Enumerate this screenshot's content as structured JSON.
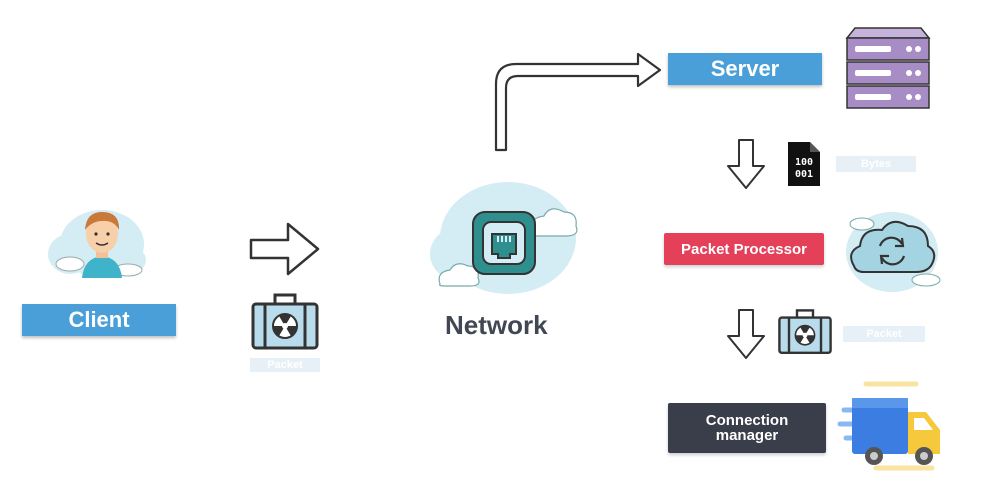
{
  "client": {
    "label": "Client",
    "packet_tag": "Packet"
  },
  "network": {
    "label": "Network"
  },
  "server": {
    "label": "Server"
  },
  "bytes": {
    "tag": "Bytes",
    "icon_text_top": "100",
    "icon_text_bottom": "001"
  },
  "packet_processor": {
    "label": "Packet Processor",
    "packet_tag": "Packet"
  },
  "connection_manager": {
    "label_line1": "Connection",
    "label_line2": "manager"
  },
  "colors": {
    "blue_label": "#4a9fd8",
    "red_label": "#e5405a",
    "dark_label": "#3a3d4a",
    "cloud": "#d4ecf3",
    "teal": "#2f8f8f",
    "server_purple": "#a88cc6",
    "truck_blue": "#3b7de0",
    "truck_yellow": "#f5c93b"
  }
}
